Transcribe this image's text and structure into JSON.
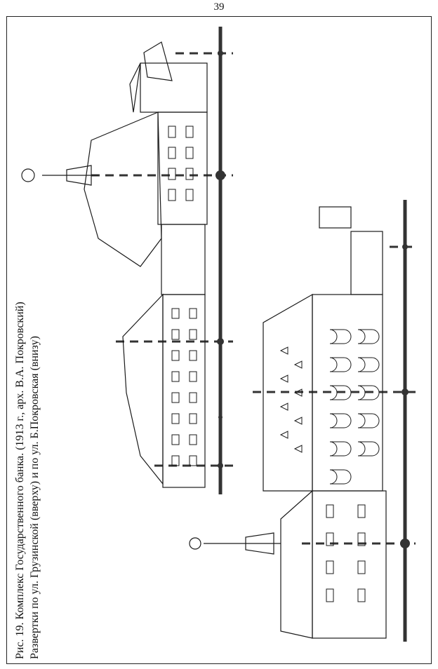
{
  "page": {
    "number": "39"
  },
  "caption": {
    "line1": "Рис. 19. Комплекс Государственного банка. (1913 г., арх. В.А. Покровский)",
    "line2": "Развертки по ул. Грузинской (вверху) и по ул. Б.Покровская (внизу)",
    "line3": ""
  },
  "colors": {
    "ink": "#1a1a1a",
    "paper": "#ffffff"
  }
}
